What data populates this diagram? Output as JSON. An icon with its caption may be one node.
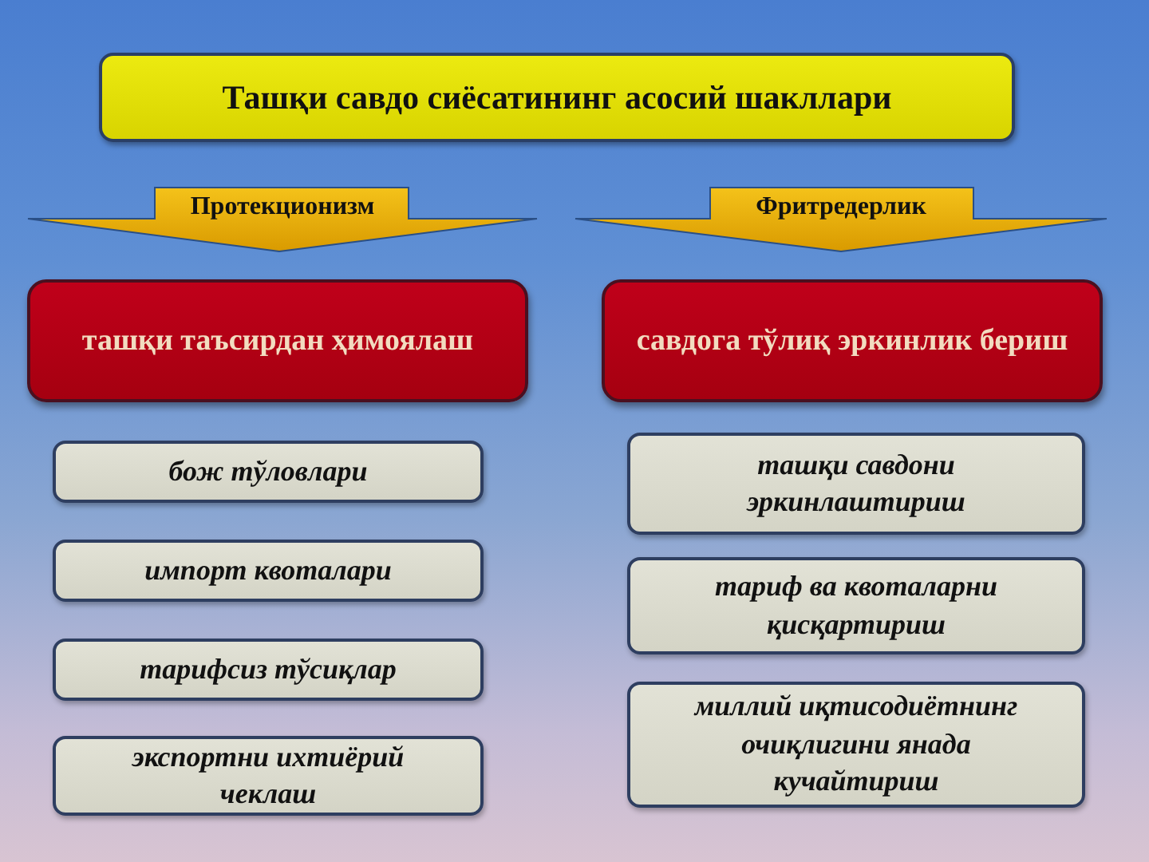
{
  "diagram": {
    "nodes": [
      {
        "text": [
          "Ташқи савдо сиёсатининг асосий шакллари"
        ]
      },
      {
        "text": [
          "Протекционизм"
        ]
      },
      {
        "text": [
          "Фритредерлик"
        ]
      },
      {
        "text": [
          "ташқи таъсирдан ҳимоялаш"
        ]
      },
      {
        "text": [
          "савдога тўлиқ эркинлик бериш"
        ]
      },
      {
        "text": [
          "бож тўловлари"
        ]
      },
      {
        "text": [
          "импорт квоталари"
        ]
      },
      {
        "text": [
          "тарифсиз тўсиқлар"
        ]
      },
      {
        "text": [
          "экспортни ихтиёрий чеклаш"
        ]
      },
      {
        "text": [
          "ташқи савдони эркинлаштириш"
        ]
      },
      {
        "text": [
          "тариф ва квоталарни қисқартириш"
        ]
      },
      {
        "text": [
          "миллий иқтисодиётнинг очиқлигини янада кучайтириш"
        ]
      }
    ]
  }
}
